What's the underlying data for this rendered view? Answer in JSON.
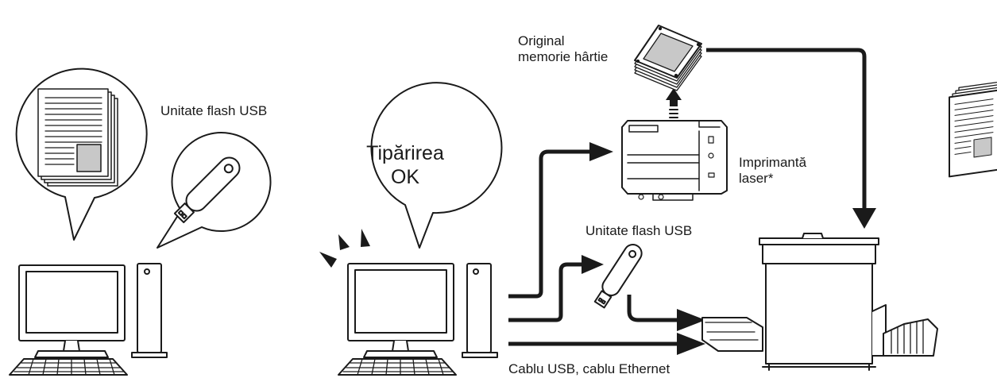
{
  "labels": {
    "usb_flash_left": "Unitate flash USB",
    "print_ok_line1": "Tipărirea",
    "print_ok_line2": "OK",
    "paper_master_line1": "Original",
    "paper_master_line2": "memorie hârtie",
    "laser_printer_line1": "Imprimantă",
    "laser_printer_line2": "laser*",
    "usb_flash_right": "Unitate flash USB",
    "cables": "Cablu USB, cablu Ethernet"
  }
}
